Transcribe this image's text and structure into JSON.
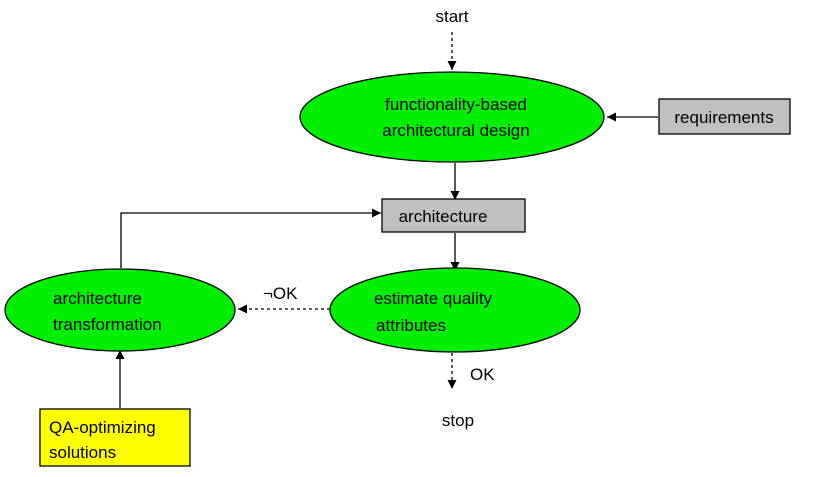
{
  "colors": {
    "process_fill": "#00ee00",
    "artifact_fill": "#c0c0c0",
    "solutions_fill": "#ffff00",
    "stroke": "#000000",
    "text": "#000000"
  },
  "labels": {
    "start": "start",
    "stop": "stop",
    "ok": "OK",
    "not_ok": "¬OK"
  },
  "nodes": {
    "design": {
      "line1": "functionality-based",
      "line2": "architectural design"
    },
    "requirements": {
      "label": "requirements"
    },
    "architecture": {
      "label": "architecture"
    },
    "estimate": {
      "line1": "estimate quality",
      "line2": "attributes"
    },
    "transformation": {
      "line1": "architecture",
      "line2": "transformation"
    },
    "solutions": {
      "line1": "QA-optimizing",
      "line2": "solutions"
    }
  }
}
